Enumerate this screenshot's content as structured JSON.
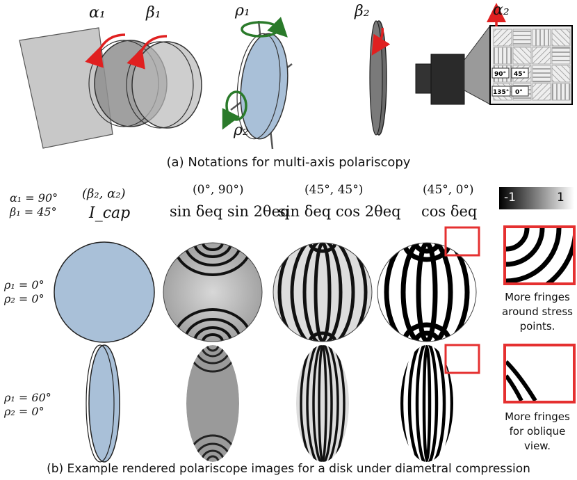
{
  "top": {
    "alpha1": "α₁",
    "beta1": "β₁",
    "rho1": "ρ₁",
    "rho2": "ρ₂",
    "beta2": "β₂",
    "alpha2": "α₂",
    "sensor_angles": [
      "90°",
      "45°",
      "135°",
      "0°"
    ],
    "caption": "(a) Notations for multi-axis polariscopy"
  },
  "grid": {
    "settings_line1": "α₁ = 90°",
    "settings_line2": "β₁ = 45°",
    "col_params": [
      "(β₂, α₂)",
      "(0°, 90°)",
      "(45°, 45°)",
      "(45°, 0°)"
    ],
    "col_formulas": [
      "I_cap",
      "sin δeq sin 2θeq",
      "sin δeq cos 2θeq",
      "cos δeq"
    ],
    "colorbar_min": "-1",
    "colorbar_max": "1",
    "row1_label_a": "ρ₁ = 0°",
    "row1_label_b": "ρ₂ = 0°",
    "row2_label_a": "ρ₁ = 60°",
    "row2_label_b": "ρ₂ = 0°",
    "note1": "More fringes around stress points.",
    "note2": "More fringes for oblique view.",
    "caption": "(b) Example rendered polariscope images for a disk under diametral compression"
  },
  "colors": {
    "disk_blue": "#a9c0d8",
    "arrow_red": "#e02020",
    "arrow_green": "#2a7a2a",
    "highlight_red": "#e53030"
  }
}
